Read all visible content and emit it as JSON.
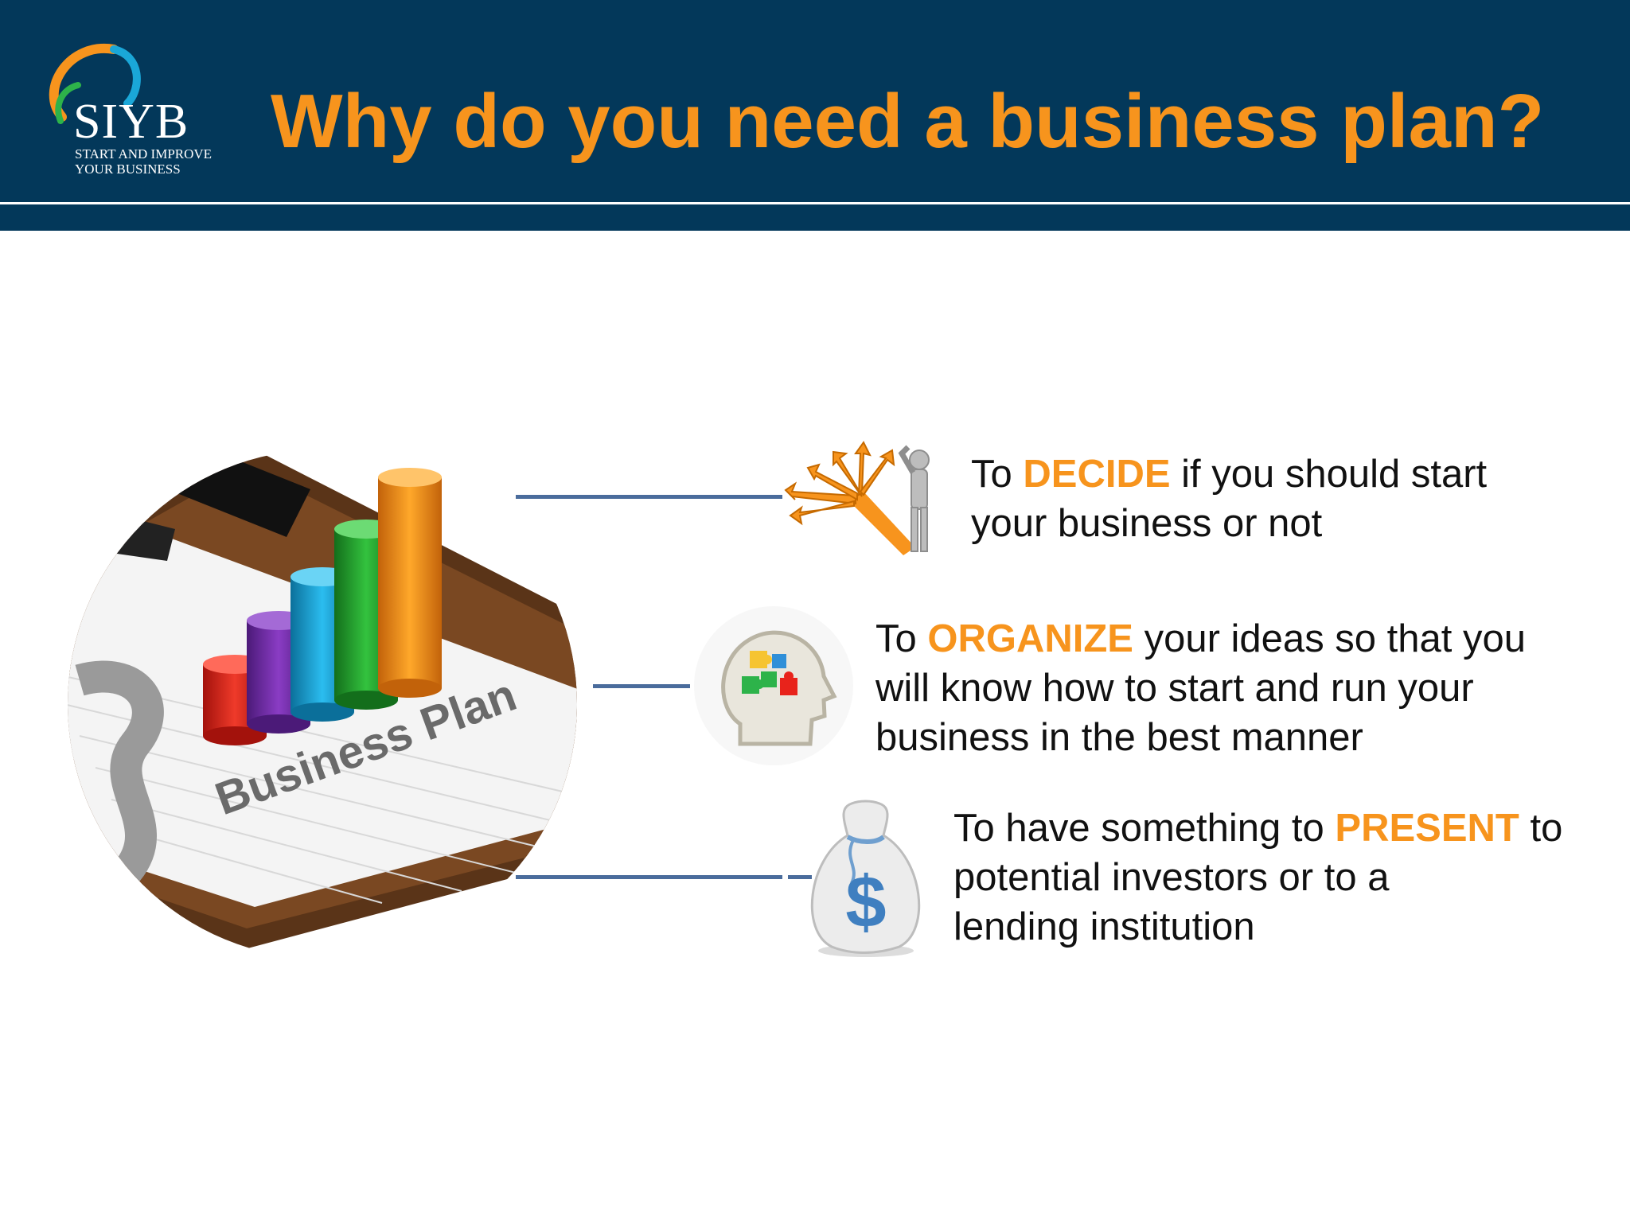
{
  "header": {
    "title": "Why do you need a business plan?",
    "background_color": "#03385a",
    "title_color": "#f7941d"
  },
  "logo": {
    "word": "SIYB",
    "tagline_line1": "START AND IMPROVE",
    "tagline_line2": "YOUR BUSINESS"
  },
  "illustration": {
    "label": "Business Plan",
    "bar_colors": [
      "#e8231b",
      "#7b2fb0",
      "#1aa7d8",
      "#1fa82c",
      "#f7941d"
    ]
  },
  "points": [
    {
      "icon": "crossroads-arrows-icon",
      "pre": "To ",
      "keyword": "DECIDE",
      "post": " if you should start",
      "line2": "your business or not"
    },
    {
      "icon": "head-puzzle-icon",
      "pre": "To ",
      "keyword": "ORGANIZE",
      "post": " your ideas so that you",
      "line2": "will know how to start and run your",
      "line3": "business in the best manner"
    },
    {
      "icon": "money-bag-icon",
      "pre": "To have something to ",
      "keyword": "PRESENT",
      "post": " to",
      "line2": "potential investors  or to a",
      "line3": "lending institution"
    }
  ],
  "accent_color": "#f7941d",
  "connector_color": "#4a6c9c"
}
